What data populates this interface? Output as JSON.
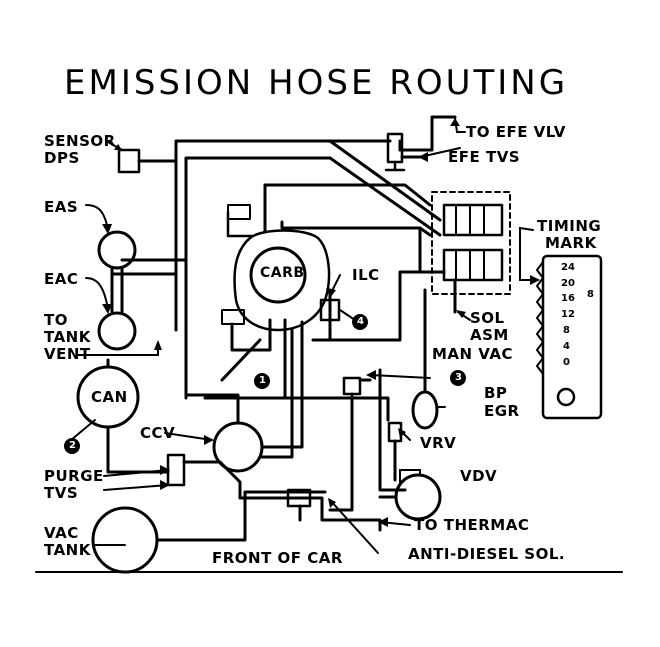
{
  "title": "EMISSION HOSE ROUTING",
  "labels": {
    "sensor": "SENSOR",
    "dps": "DPS",
    "to_efe_vlv": "TO EFE VLV",
    "efe_tvs": "EFE TVS",
    "eas": "EAS",
    "eac": "EAC",
    "to": "TO",
    "tank": "TANK",
    "vent": "VENT",
    "can": "CAN",
    "carb": "CARB",
    "ilc": "ILC",
    "timing": "TIMING",
    "mark": "MARK",
    "sol": "SOL",
    "asm": "ASM",
    "man_vac": "MAN VAC",
    "bp": "BP",
    "egr": "EGR",
    "ccv": "CCV",
    "vrv": "VRV",
    "purge": "PURGE",
    "tvs": "TVS",
    "vdv": "VDV",
    "vac": "VAC",
    "vac_tank": "TANK",
    "to_thermac": "TO THERMAC",
    "front_of_car": "FRONT OF CAR",
    "anti_diesel_sol": "ANTI-DIESEL SOL."
  },
  "callouts": [
    "1",
    "2",
    "3",
    "4"
  ],
  "timing_marks": [
    "24",
    "20",
    "16",
    "12",
    "8",
    "4",
    "0"
  ],
  "timing_side": "8"
}
